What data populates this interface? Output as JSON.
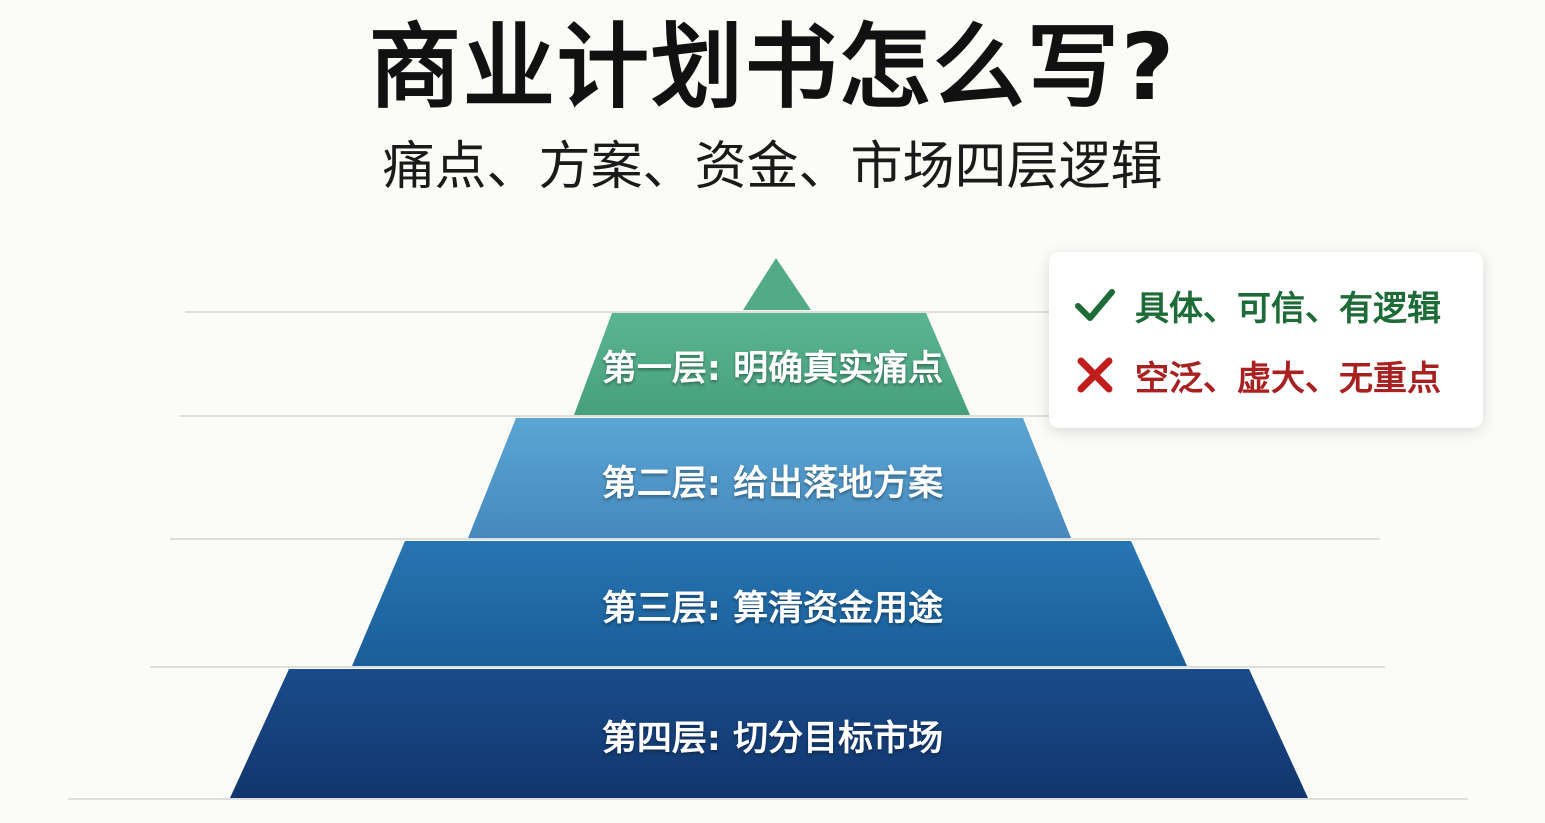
{
  "header": {
    "title": "商业计划书怎么写?",
    "subtitle": "痛点、方案、资金、市场四层逻辑"
  },
  "pyramid": {
    "layers": [
      {
        "label": "第一层: 明确真实痛点",
        "color": "#52ab86"
      },
      {
        "label": "第二层: 给出落地方案",
        "color": "#4f97c9"
      },
      {
        "label": "第三层: 算清资金用途",
        "color": "#1f68a5"
      },
      {
        "label": "第四层: 切分目标市场",
        "color": "#153f7c"
      }
    ],
    "apex_color": "#52ab86"
  },
  "legend": {
    "good": {
      "text": "具体、可信、有逻辑",
      "color": "#1d6b36",
      "icon": "check-icon"
    },
    "bad": {
      "text": "空泛、虚大、无重点",
      "color": "#a82020",
      "icon": "cross-icon"
    }
  }
}
